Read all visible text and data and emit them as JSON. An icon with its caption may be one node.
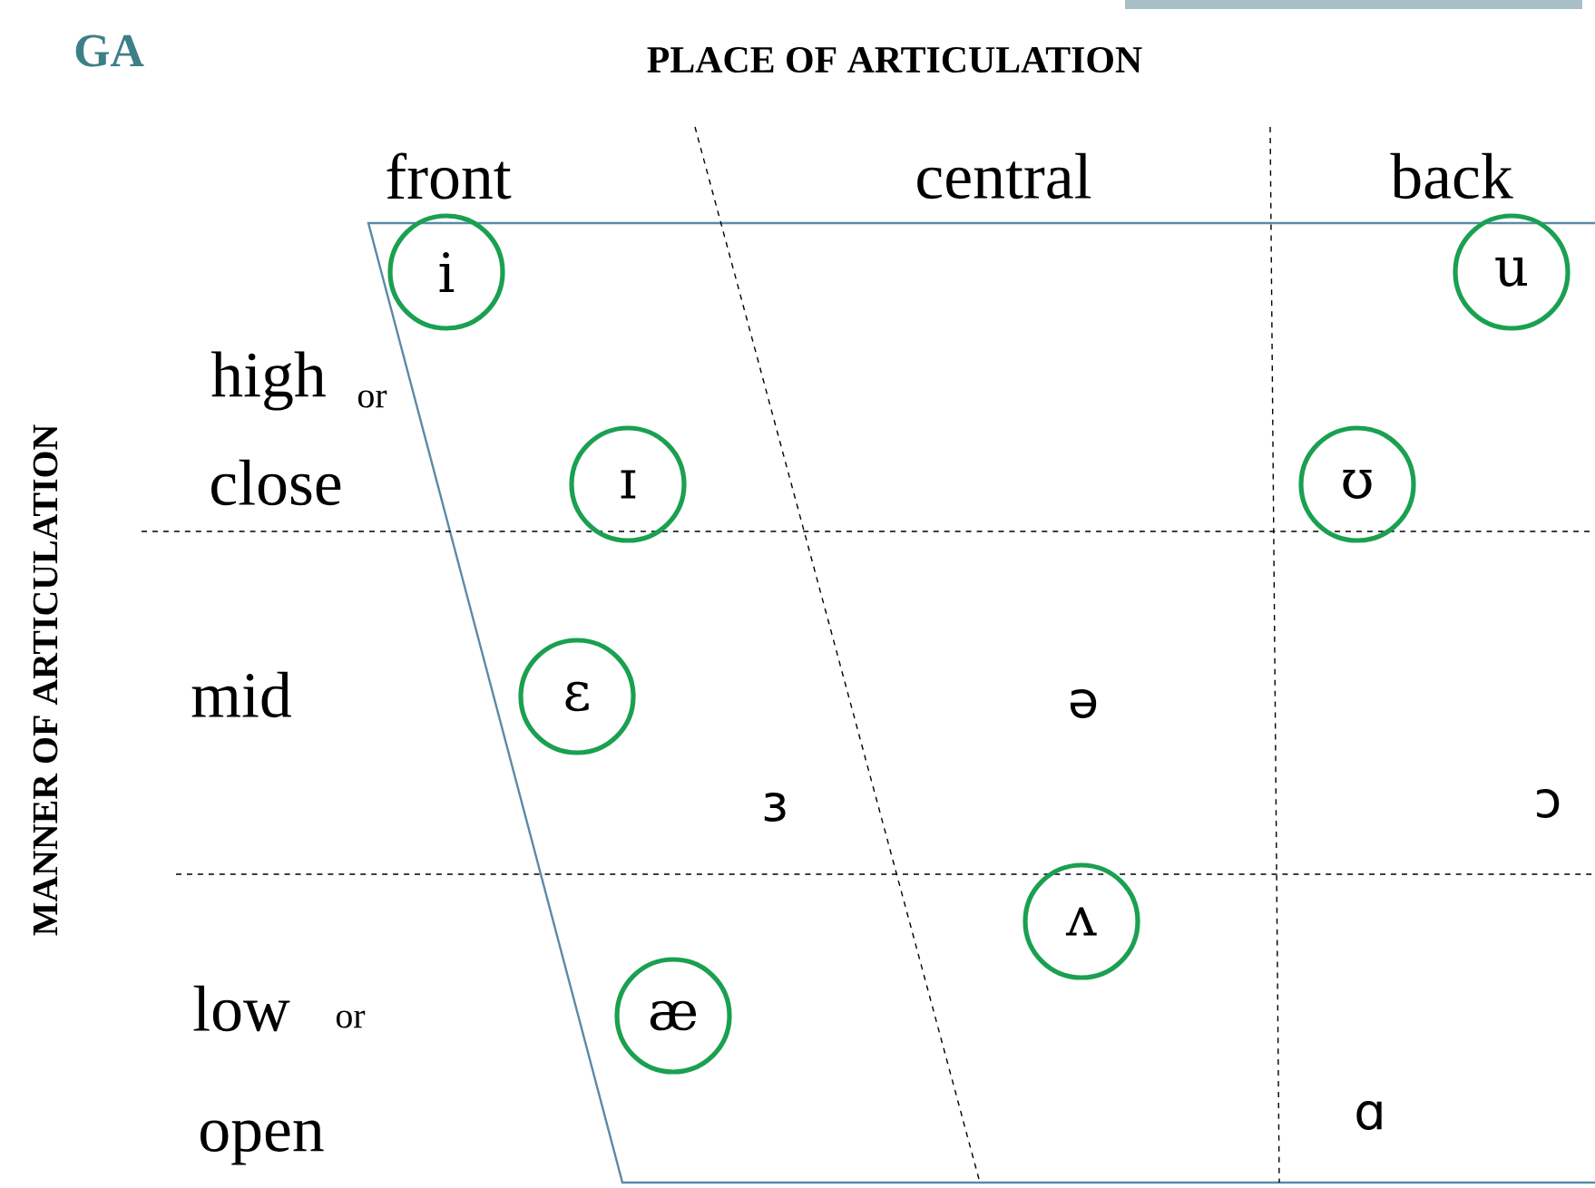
{
  "diagram": {
    "title": "PLACE OF ARTICULATION",
    "nodes": [
      {
        "text": [
          "i"
        ]
      },
      {
        "text": [
          "u"
        ]
      },
      {
        "text": [
          "ɪ"
        ]
      },
      {
        "text": [
          "ʊ"
        ]
      },
      {
        "text": [
          "ɛ"
        ]
      },
      {
        "text": [
          "ʌ"
        ]
      },
      {
        "text": [
          "æ"
        ]
      }
    ],
    "labels": [
      "GA",
      "front",
      "central",
      "back",
      "MANNER OF ARTICULATION",
      "high",
      "or",
      "close",
      "mid",
      "ə",
      "ɜ",
      "ɔ",
      "low",
      "or",
      "open",
      "ɑ"
    ]
  }
}
